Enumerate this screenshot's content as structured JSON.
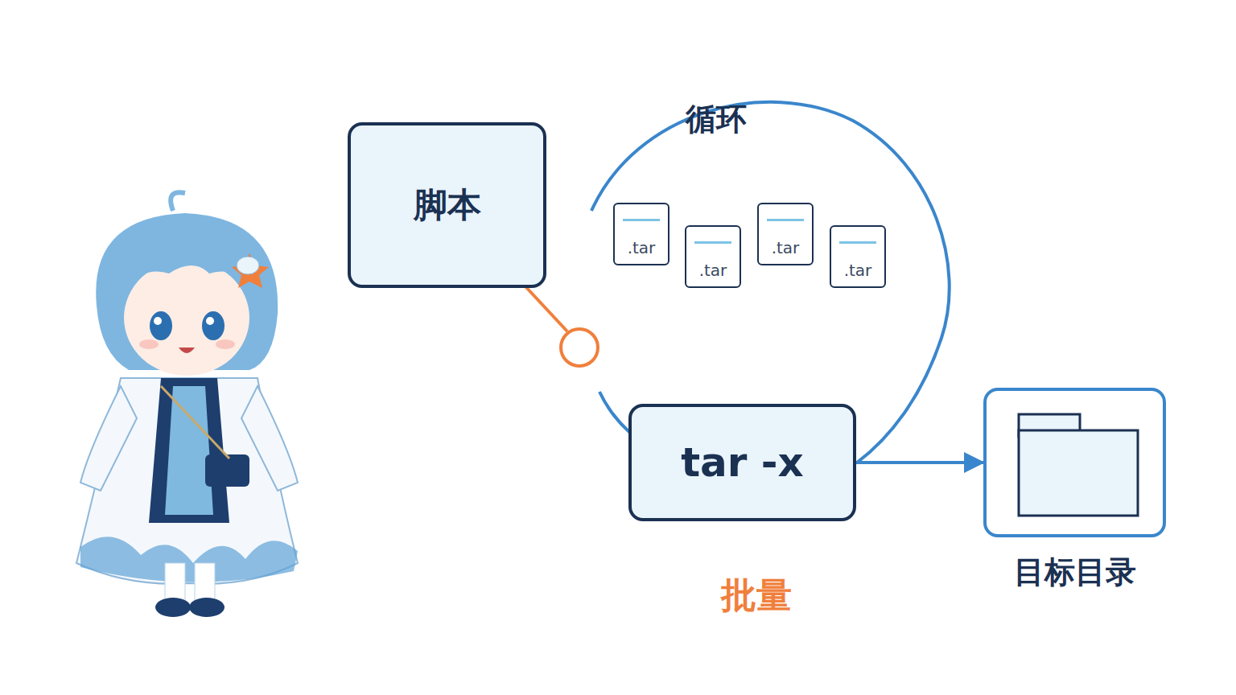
{
  "diagram": {
    "nodes": [
      {
        "text": [
          "脚本"
        ]
      },
      {
        "text": [
          ".tar"
        ]
      },
      {
        "text": [
          ".tar"
        ]
      },
      {
        "text": [
          ".tar"
        ]
      },
      {
        "text": [
          ".tar"
        ]
      },
      {
        "text": [
          "tar -x"
        ]
      },
      {
        "text": [
          "目标目录"
        ]
      }
    ],
    "edges": [
      {
        "from": 5,
        "to": 6,
        "arrow": "to"
      }
    ],
    "labels": [
      "循环",
      "批量"
    ]
  }
}
